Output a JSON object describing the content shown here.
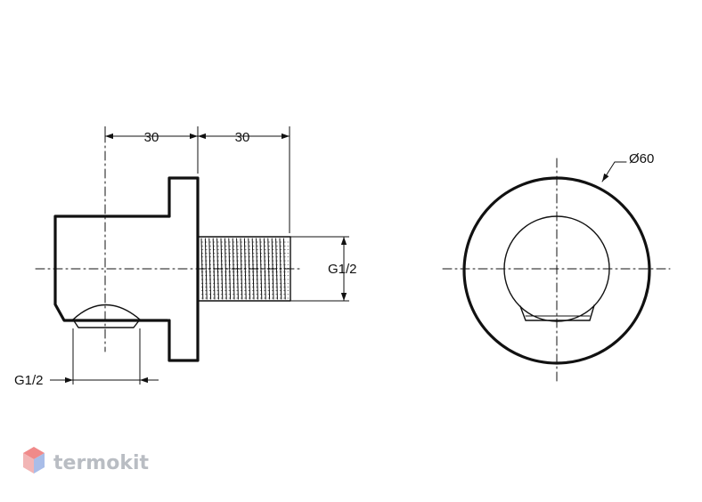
{
  "drawing": {
    "dimensions": {
      "body_length": "30",
      "thread_length": "30",
      "outlet_thread": "G1/2",
      "side_thread": "G1/2",
      "flange_diameter": "Ø60"
    },
    "colors": {
      "line": "#111111",
      "watermark_text": "#b9bdc3",
      "logo_top": "#f08a8a",
      "logo_left": "#f2b5b5",
      "logo_right": "#a9bde8"
    }
  },
  "watermark": {
    "brand": "termokit",
    "logo_icon": "hexagon-cube-icon"
  }
}
